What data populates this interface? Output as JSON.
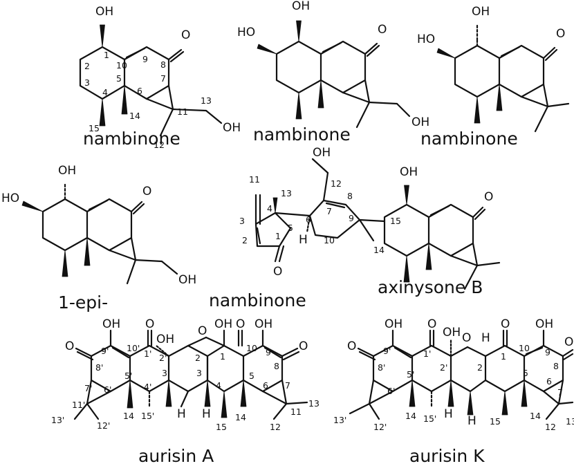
{
  "compounds": [
    {
      "name": "nambinone"
    },
    {
      "name": "nambinone"
    },
    {
      "name": "nambinone"
    },
    {
      "name": "1-epi-"
    },
    {
      "name": "nambinone"
    },
    {
      "name": "axinysone B"
    },
    {
      "name": "aurisin A"
    },
    {
      "name": "aurisin K"
    }
  ],
  "atoms": {
    "oh": "OH",
    "ho": "HO",
    "o": "O",
    "h": "H"
  },
  "numbering": {
    "n1": "1",
    "n2": "2",
    "n3": "3",
    "n4": "4",
    "n5": "5",
    "n6": "6",
    "n7": "7",
    "n8": "8",
    "n9": "9",
    "n10": "10",
    "n11": "11",
    "n12": "12",
    "n13": "13",
    "n14": "14",
    "n15": "15",
    "p1": "1'",
    "p2": "2'",
    "p3": "3'",
    "p4": "4'",
    "p5": "5'",
    "p6": "6'",
    "p7": "7'",
    "p8": "8'",
    "p9": "9'",
    "p10": "10'",
    "p11": "11'",
    "p12": "12'",
    "p13": "13'",
    "p14": "14",
    "p15": "15'",
    "cut13": "13"
  }
}
